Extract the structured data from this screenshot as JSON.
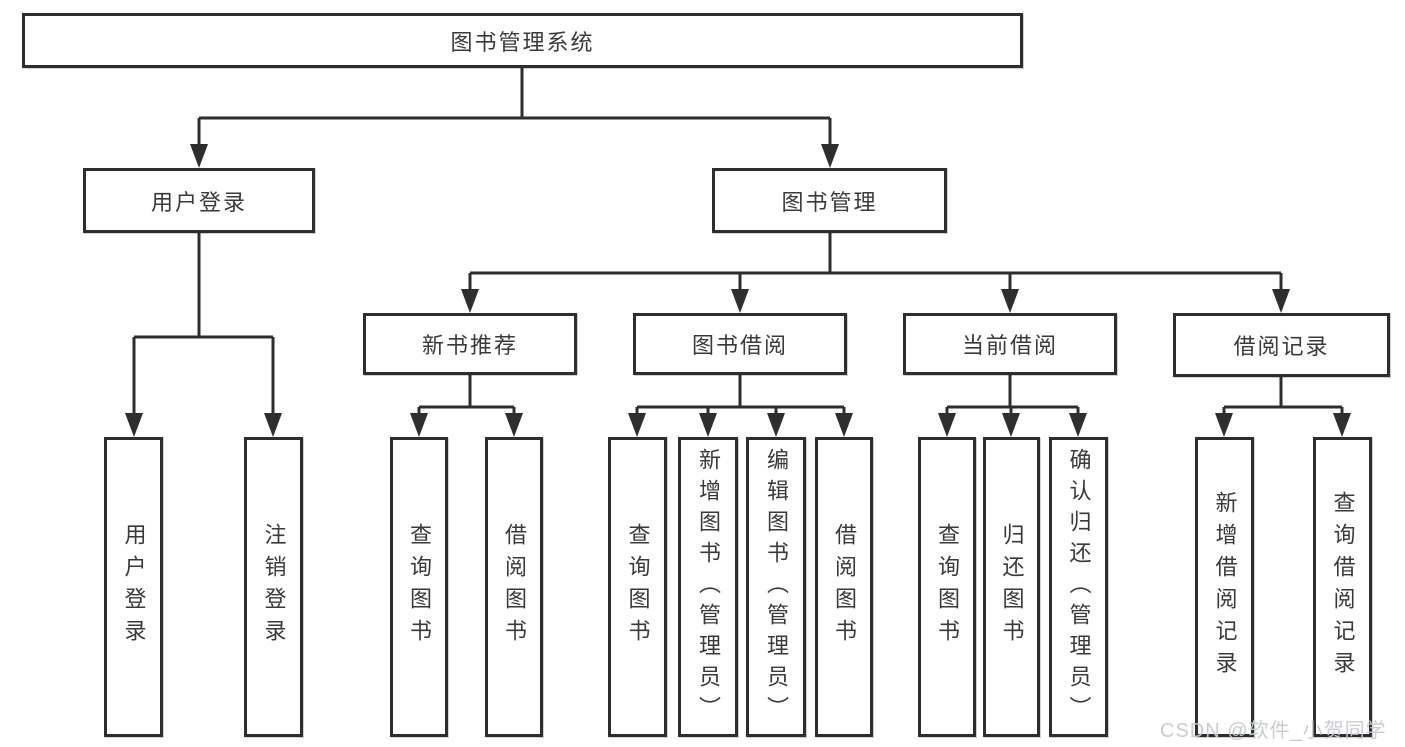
{
  "diagram": {
    "title": "图书管理系统",
    "nodes": {
      "root": "图书管理系统",
      "user_login": "用户登录",
      "book_mgmt": "图书管理",
      "new_book_rec": "新书推荐",
      "book_borrow": "图书借阅",
      "current_borrow": "当前借阅",
      "borrow_record": "借阅记录",
      "ul_login": "用户登录",
      "ul_logout": "注销登录",
      "nb_query": "查询图书",
      "nb_borrow": "借阅图书",
      "bb_query": "查询图书",
      "bb_add": "新增图书（管理员）",
      "bb_edit": "编辑图书（管理员）",
      "bb_borrow": "借阅图书",
      "cb_query": "查询图书",
      "cb_return": "归还图书",
      "cb_confirm": "确认归还（管理员）",
      "br_add": "新增借阅记录",
      "br_query": "查询借阅记录"
    },
    "colors": {
      "line": "#2e2e2e",
      "text": "#3a3a3a",
      "background": "#ffffff",
      "watermark": "#c6c9ce"
    }
  },
  "watermark": "CSDN @软件_小贺同学"
}
